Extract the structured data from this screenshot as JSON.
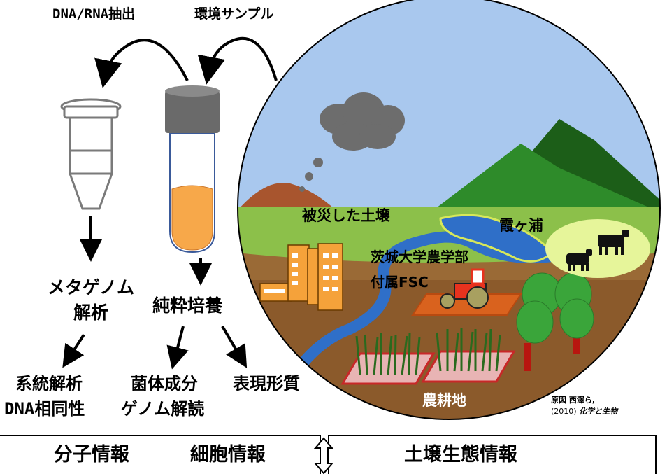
{
  "labels": {
    "dna_rna_extraction": "DNA/RNA抽出",
    "environmental_sample": "環境サンプル",
    "metagenome_line1": "メタゲノム",
    "metagenome_line2": "解析",
    "pure_culture": "純粋培養",
    "phylogenetic_analysis": "系統解析",
    "dna_homology": "DNA相同性",
    "cell_components": "菌体成分",
    "genome_reading": "ゲノム解読",
    "phenotype": "表現形質",
    "damaged_soil": "被災した土壌",
    "kasumigaura": "霞ヶ浦",
    "ibaraki_univ_line1": "茨城大学農学部",
    "ibaraki_univ_line2": "付属FSC",
    "farmland": "農耕地",
    "source_line1": "原図 西澤ら,",
    "source_line2_year": "(2010) ",
    "source_line2_journal": "化学と生物"
  },
  "bottom_bar": {
    "molecular_info": "分子情報",
    "cell_info": "細胞情報",
    "soil_ecology_info": "土壌生態情報"
  },
  "colors": {
    "sky": "#a9c8ee",
    "hill": "#2e8b2a",
    "hill_dark": "#1c5e18",
    "ground_green": "#8cc04a",
    "ground_brown": "#8b5a2b",
    "river": "#2f6fc8",
    "culture_medium": "#f7a84a",
    "tube_cap": "#6a6a6a",
    "building": "#f5a23a",
    "tractor": "#e8321e",
    "field_plot": "#e8b4b4",
    "tree": "#3aa53a",
    "smoke": "#6d6d6d"
  }
}
